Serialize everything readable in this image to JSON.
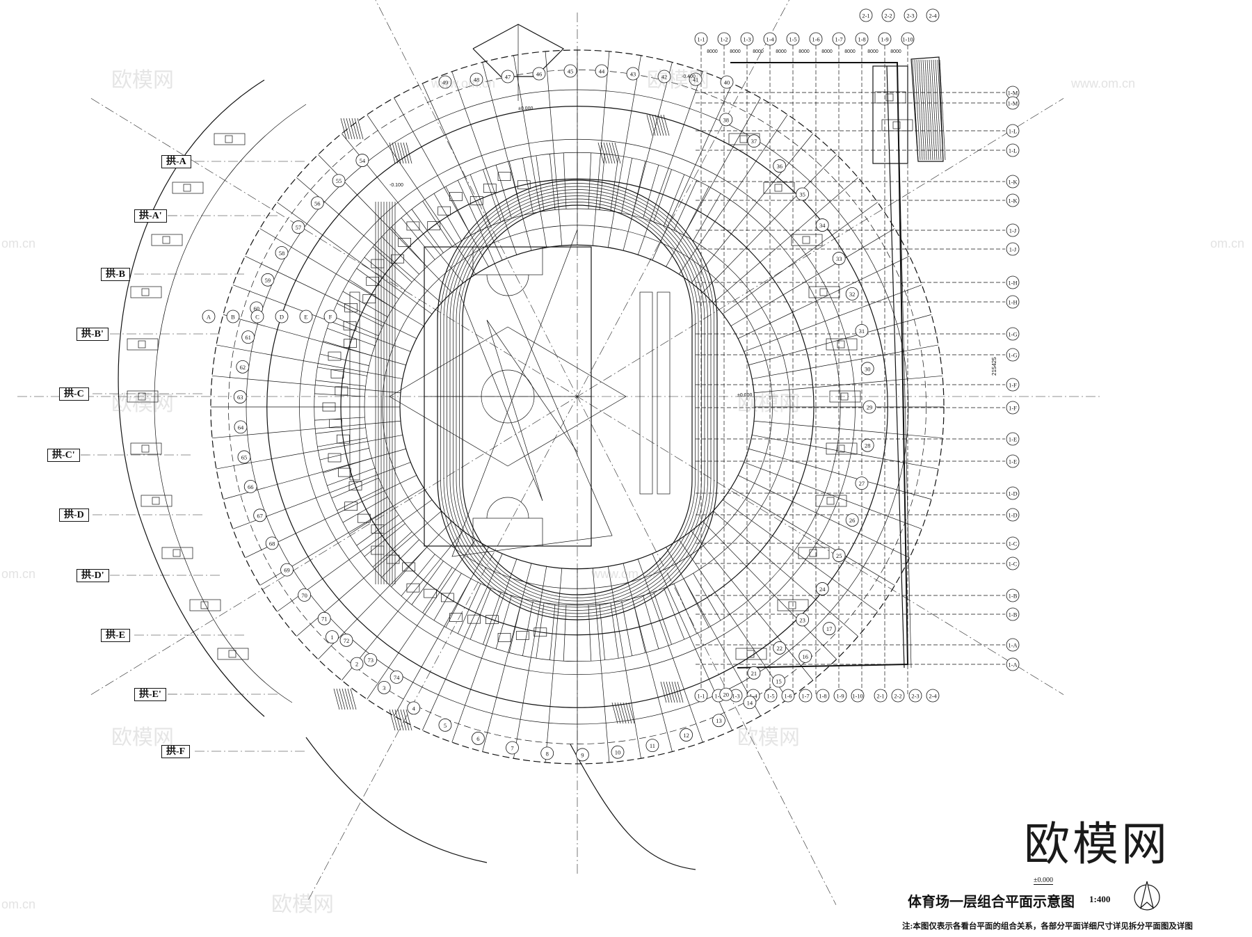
{
  "title": "体育场一层组合平面示意图",
  "scale": "1:400",
  "level_mark": "±0.000",
  "note": "注:本图仅表示各看台平面的组合关系，各部分平面详细尺寸详见拆分平面图及详图",
  "brand": "欧模网",
  "watermark_text": "欧模网",
  "watermark_url": "www.om.cn",
  "watermark_domain": "om.cn",
  "arch_axes": [
    "拱-A",
    "拱-A'",
    "拱-B",
    "拱-B'",
    "拱-C",
    "拱-C'",
    "拱-D",
    "拱-D'",
    "拱-E",
    "拱-E'",
    "拱-F"
  ],
  "top_axes": [
    "1-1",
    "1-2",
    "1-3",
    "1-4",
    "1-5",
    "1-6",
    "1-7",
    "1-8",
    "1-9",
    "1-10"
  ],
  "top_axes_2": [
    "2-1",
    "2-2",
    "2-3",
    "2-4"
  ],
  "bottom_axes": [
    "1-1",
    "1-2",
    "1-3",
    "1-4",
    "1-5",
    "1-6",
    "1-7",
    "1-8",
    "1-9",
    "1-10",
    "2-1",
    "2-2",
    "2-3",
    "2-4"
  ],
  "right_axes": [
    "1-M",
    "1-M",
    "1-L",
    "1-L",
    "1-K",
    "1-K",
    "1-J",
    "1-J",
    "1-H",
    "1-H",
    "1-G",
    "1-G",
    "1-F",
    "1-F",
    "1-E",
    "1-E",
    "1-D",
    "1-D",
    "1-C",
    "1-C",
    "1-B",
    "1-B",
    "1-A",
    "1-A"
  ],
  "radial_numbers_top": [
    "49",
    "48",
    "47",
    "46",
    "45",
    "44",
    "43",
    "42",
    "41",
    "40"
  ],
  "radial_numbers_left": [
    "54",
    "55",
    "56",
    "57",
    "58",
    "59",
    "60",
    "61",
    "62",
    "63",
    "64",
    "65",
    "66",
    "67",
    "68",
    "69",
    "70",
    "71",
    "72",
    "73",
    "74"
  ],
  "radial_numbers_right": [
    "38",
    "37",
    "36",
    "35",
    "34",
    "33",
    "32",
    "31",
    "30",
    "29",
    "28",
    "27",
    "26",
    "25",
    "24",
    "23",
    "22",
    "21",
    "20"
  ],
  "radial_numbers_bottom": [
    "1",
    "2",
    "3",
    "4",
    "5",
    "6",
    "7",
    "8",
    "9",
    "10",
    "11",
    "12",
    "13",
    "14",
    "15",
    "16",
    "17"
  ],
  "dimension_top": [
    "8000",
    "8000",
    "8000",
    "8000",
    "8000",
    "8000",
    "8000",
    "8000",
    "8000"
  ],
  "dimension_total_right": "215425",
  "ring_labels": [
    "A",
    "B",
    "C",
    "D",
    "E",
    "F"
  ],
  "level_marks": [
    "-0.400",
    "±0.000",
    "-0.100",
    "±0.000"
  ]
}
